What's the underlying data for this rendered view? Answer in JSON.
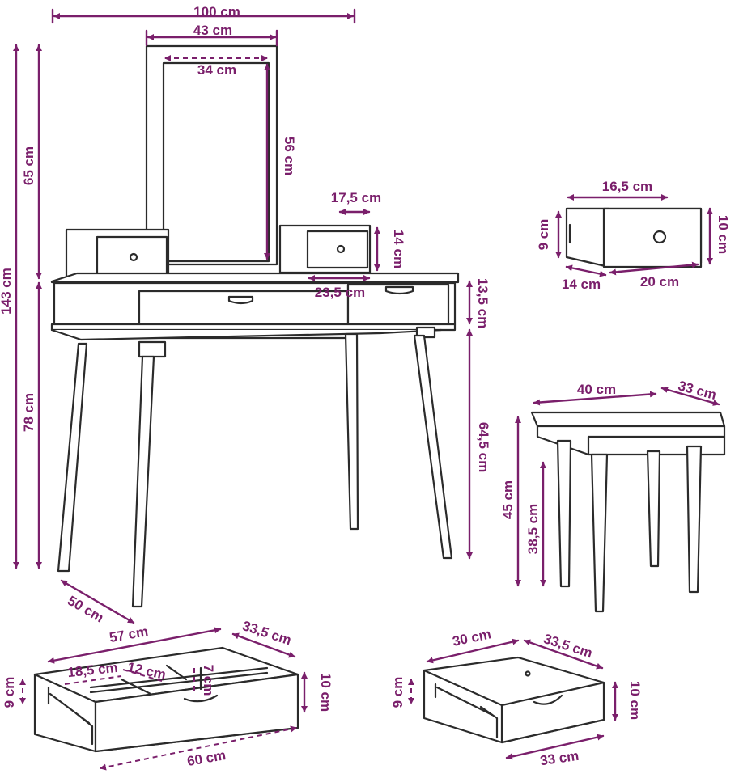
{
  "accent_color": "#7a1f6b",
  "line_color": "#2b2b2b",
  "dimensions": {
    "table_width": "100 cm",
    "mirror_width": "43 cm",
    "mirror_glass_width": "34 cm",
    "mirror_glass_height": "56 cm",
    "mirror_height_total": "65 cm",
    "total_height": "143 cm",
    "table_height": "78 cm",
    "leg_height": "64,5 cm",
    "apron_height": "13,5 cm",
    "table_depth": "50 cm",
    "top_drawer_width": "17,5 cm",
    "top_drawer_height": "14 cm",
    "top_drawer_depth": "23,5 cm",
    "small_drawer_width": "16,5 cm",
    "small_drawer_front_height": "10 cm",
    "small_drawer_side_height": "9 cm",
    "small_drawer_depth_inner": "14 cm",
    "small_drawer_depth_outer": "20 cm",
    "stool_width": "40 cm",
    "stool_depth": "33 cm",
    "stool_height": "45 cm",
    "stool_leg_height": "38,5 cm",
    "big_drawer_width_inner": "57 cm",
    "big_drawer_depth": "33,5 cm",
    "big_drawer_compartment_a": "18,5 cm",
    "big_drawer_compartment_b": "12 cm",
    "big_drawer_compartment_height": "7 cm",
    "big_drawer_side_height": "9 cm",
    "big_drawer_front_height": "10 cm",
    "big_drawer_width_outer": "60 cm",
    "mid_drawer_width_inner": "30 cm",
    "mid_drawer_depth": "33,5 cm",
    "mid_drawer_side_height": "9 cm",
    "mid_drawer_front_height": "10 cm",
    "mid_drawer_width_outer": "33 cm"
  }
}
